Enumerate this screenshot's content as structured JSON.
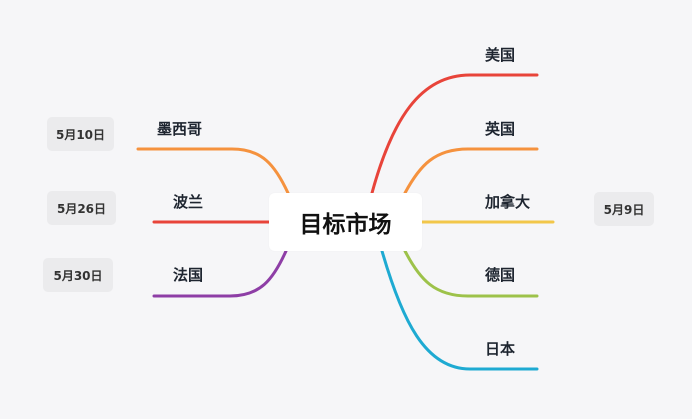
{
  "central_topic": "目标市场",
  "branches": [
    {
      "key": "usa",
      "label": "美国",
      "color": "#e8443a"
    },
    {
      "key": "uk",
      "label": "英国",
      "color": "#f5923e"
    },
    {
      "key": "canada",
      "label": "加拿大",
      "color": "#f2c74a",
      "tag": "5月9日"
    },
    {
      "key": "germany",
      "label": "德国",
      "color": "#9dc24a"
    },
    {
      "key": "japan",
      "label": "日本",
      "color": "#1eaad2"
    },
    {
      "key": "mexico",
      "label": "墨西哥",
      "color": "#f5923e",
      "tag": "5月10日"
    },
    {
      "key": "poland",
      "label": "波兰",
      "color": "#e8443a",
      "tag": "5月26日"
    },
    {
      "key": "france",
      "label": "法国",
      "color": "#8e3ea6",
      "tag": "5月30日"
    }
  ]
}
